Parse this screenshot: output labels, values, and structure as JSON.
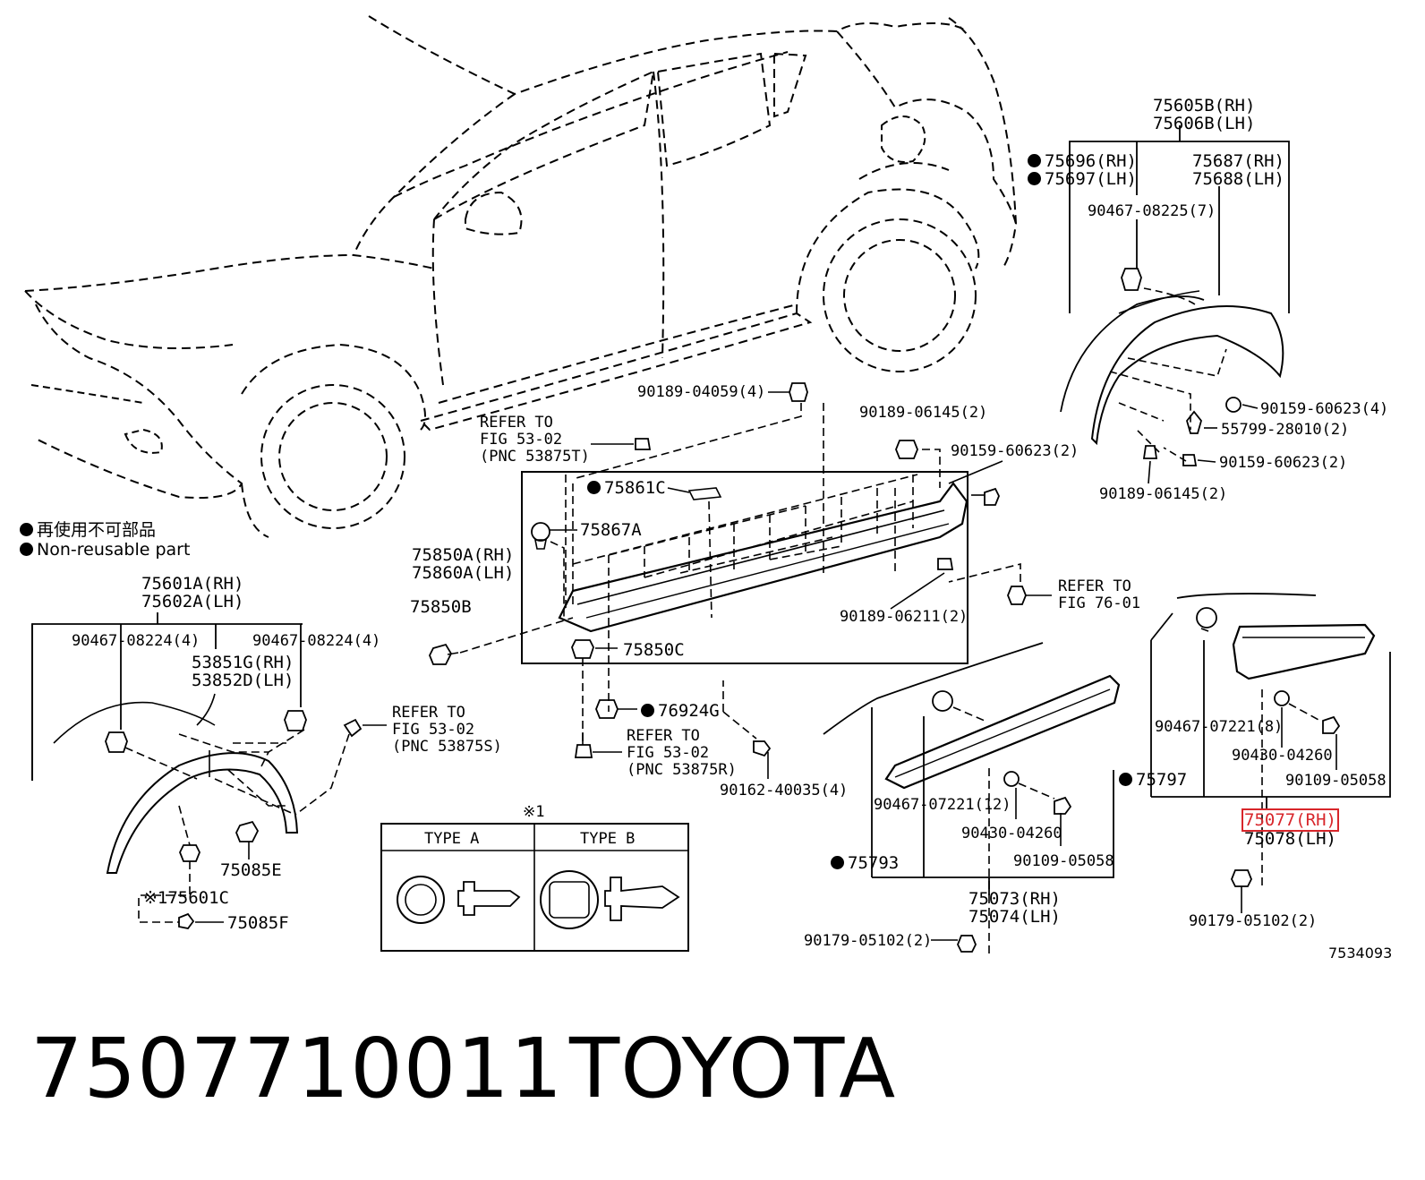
{
  "legend": {
    "jp": "再使用不可部品",
    "en": "Non-reusable part"
  },
  "top_right": {
    "g1": [
      "75605B(RH)",
      "75606B(LH)"
    ],
    "l1": "75696(RH)",
    "l2": "75697(LH)",
    "r1": "75687(RH)",
    "r2": "75688(LH)",
    "clip": "90467-08225(7)",
    "screw1": "90159-60623(4)",
    "grom": "55799-28010(2)",
    "screw2": "90159-60623(2)",
    "nut": "90189-06145(2)"
  },
  "center": {
    "nut1": "90189-04059(4)",
    "refer1": [
      "REFER TO",
      "FIG 53-02",
      "(PNC 53875T)"
    ],
    "nut2": "90189-06145(2)",
    "screw": "90159-60623(2)",
    "p75861": "75861C",
    "p75867": "75867A",
    "main": [
      "75850A(RH)",
      "75860A(LH)"
    ],
    "p75850b": "75850B",
    "p75850c": "75850C",
    "nut3": "90189-06211(2)",
    "refer2": [
      "REFER TO",
      "FIG 76-01"
    ],
    "p76924": "76924G",
    "refer3": [
      "REFER TO",
      "FIG 53-02",
      "(PNC 53875R)"
    ],
    "screw3": "90162-40035(4)"
  },
  "left": {
    "g1": [
      "75601A(RH)",
      "75602A(LH)"
    ],
    "clipA": "90467-08224(4)",
    "clipB": "90467-08224(4)",
    "part53": [
      "53851G(RH)",
      "53852D(LH)"
    ],
    "refer": [
      "REFER TO",
      "FIG 53-02",
      "(PNC 53875S)"
    ],
    "p75085e": "75085E",
    "p75601c": "※175601C",
    "p75085f": "75085F"
  },
  "types": {
    "mark": "※1",
    "a": "TYPE A",
    "b": "TYPE B"
  },
  "lower_mid": {
    "clip": "90467-07221(12)",
    "washer": "90430-04260",
    "screw": "90109-05058",
    "p75793": "75793",
    "p75797": "75797",
    "g": [
      "75073(RH)",
      "75074(LH)"
    ],
    "rivet": "90179-05102(2)"
  },
  "lower_right": {
    "clip": "90467-07221(8)",
    "washer": "90430-04260",
    "screw": "90109-05058",
    "g": [
      "75077(RH)",
      "75078(LH)"
    ],
    "rivet": "90179-05102(2)"
  },
  "figure_number": "7534093",
  "footer": {
    "part_number": "7507710011",
    "brand": "TOYOTA"
  }
}
